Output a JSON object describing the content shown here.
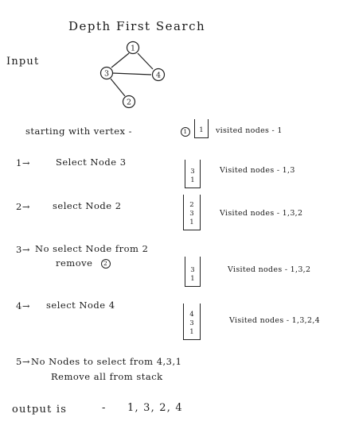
{
  "title": "Depth First Search",
  "input_label": "Input",
  "graph": {
    "nodes": [
      "1",
      "3",
      "4",
      "2"
    ]
  },
  "start": {
    "text": "starting with vertex -",
    "node": "1",
    "stack": [
      "1"
    ],
    "visited": "visited nodes - 1"
  },
  "steps": [
    {
      "num": "1→",
      "text": "Select Node 3",
      "stack": [
        "3",
        "1"
      ],
      "visited": "Visited nodes - 1,3"
    },
    {
      "num": "2→",
      "text": "select Node 2",
      "stack": [
        "2",
        "3",
        "1"
      ],
      "visited": "Visited nodes - 1,3,2"
    },
    {
      "num": "3→",
      "text": "No select Node from 2",
      "text2": "remove",
      "remove_node": "2",
      "stack": [
        "3",
        "1"
      ],
      "visited": "Visited nodes - 1,3,2"
    },
    {
      "num": "4→",
      "text": "select Node 4",
      "stack": [
        "4",
        "3",
        "1"
      ],
      "visited": "Visited nodes - 1,3,2,4"
    },
    {
      "num": "5→",
      "text": "No Nodes to select from 4,3,1",
      "text2": "Remove all from stack"
    }
  ],
  "output": {
    "label": "output is",
    "dash": "-",
    "value": "1, 3, 2, 4"
  }
}
